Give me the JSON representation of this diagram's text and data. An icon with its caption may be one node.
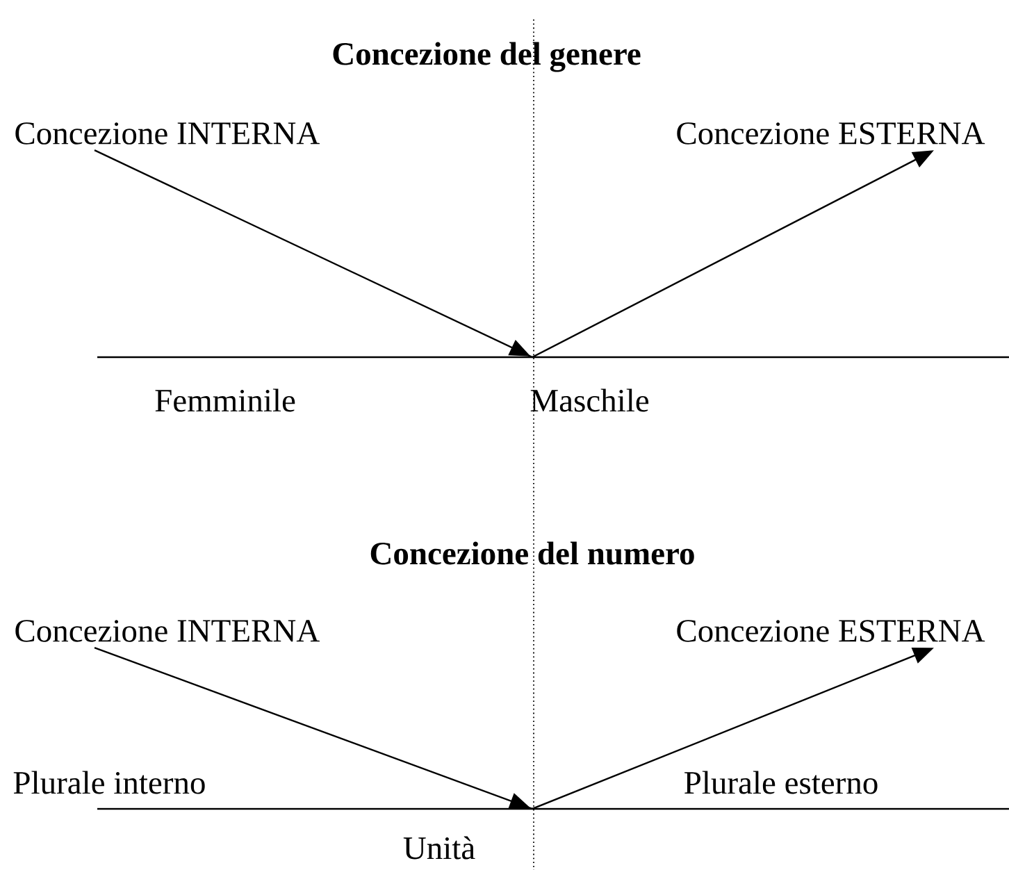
{
  "diagram": {
    "nodes": [
      {
        "text": [
          "Concezione INTERNA"
        ]
      },
      {
        "text": [
          "Concezione ESTERNA"
        ]
      },
      {
        "text": [
          "Concezione INTERNA"
        ]
      },
      {
        "text": [
          "Concezione ESTERNA"
        ]
      }
    ],
    "edges": [
      {
        "from": 0,
        "to": 1,
        "arrow": "to"
      },
      {
        "from": 2,
        "to": 3,
        "arrow": "to"
      }
    ],
    "labels": [
      "Concezione del genere",
      "Femminile",
      "Maschile",
      "Concezione del numero",
      "Plurale interno",
      "Plurale esterno",
      "Unità"
    ]
  }
}
